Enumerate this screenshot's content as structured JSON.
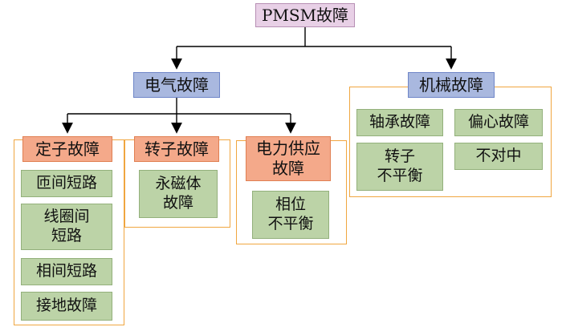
{
  "root": {
    "label": "PMSM故障"
  },
  "electrical": {
    "label": "电气故障",
    "stator": {
      "label": "定子故障",
      "items": [
        "匝间短路",
        "线圈间\n短路",
        "相间短路",
        "接地故障"
      ]
    },
    "rotor": {
      "label": "转子故障",
      "items": [
        "永磁体\n故障"
      ]
    },
    "power": {
      "label": "电力供应\n故障",
      "items": [
        "相位\n不平衡"
      ]
    }
  },
  "mechanical": {
    "label": "机械故障",
    "items": [
      "轴承故障",
      "偏心故障",
      "转子\n不平衡",
      "不对中"
    ]
  },
  "colors": {
    "line": "#000000",
    "group_border": "#f0a640"
  }
}
